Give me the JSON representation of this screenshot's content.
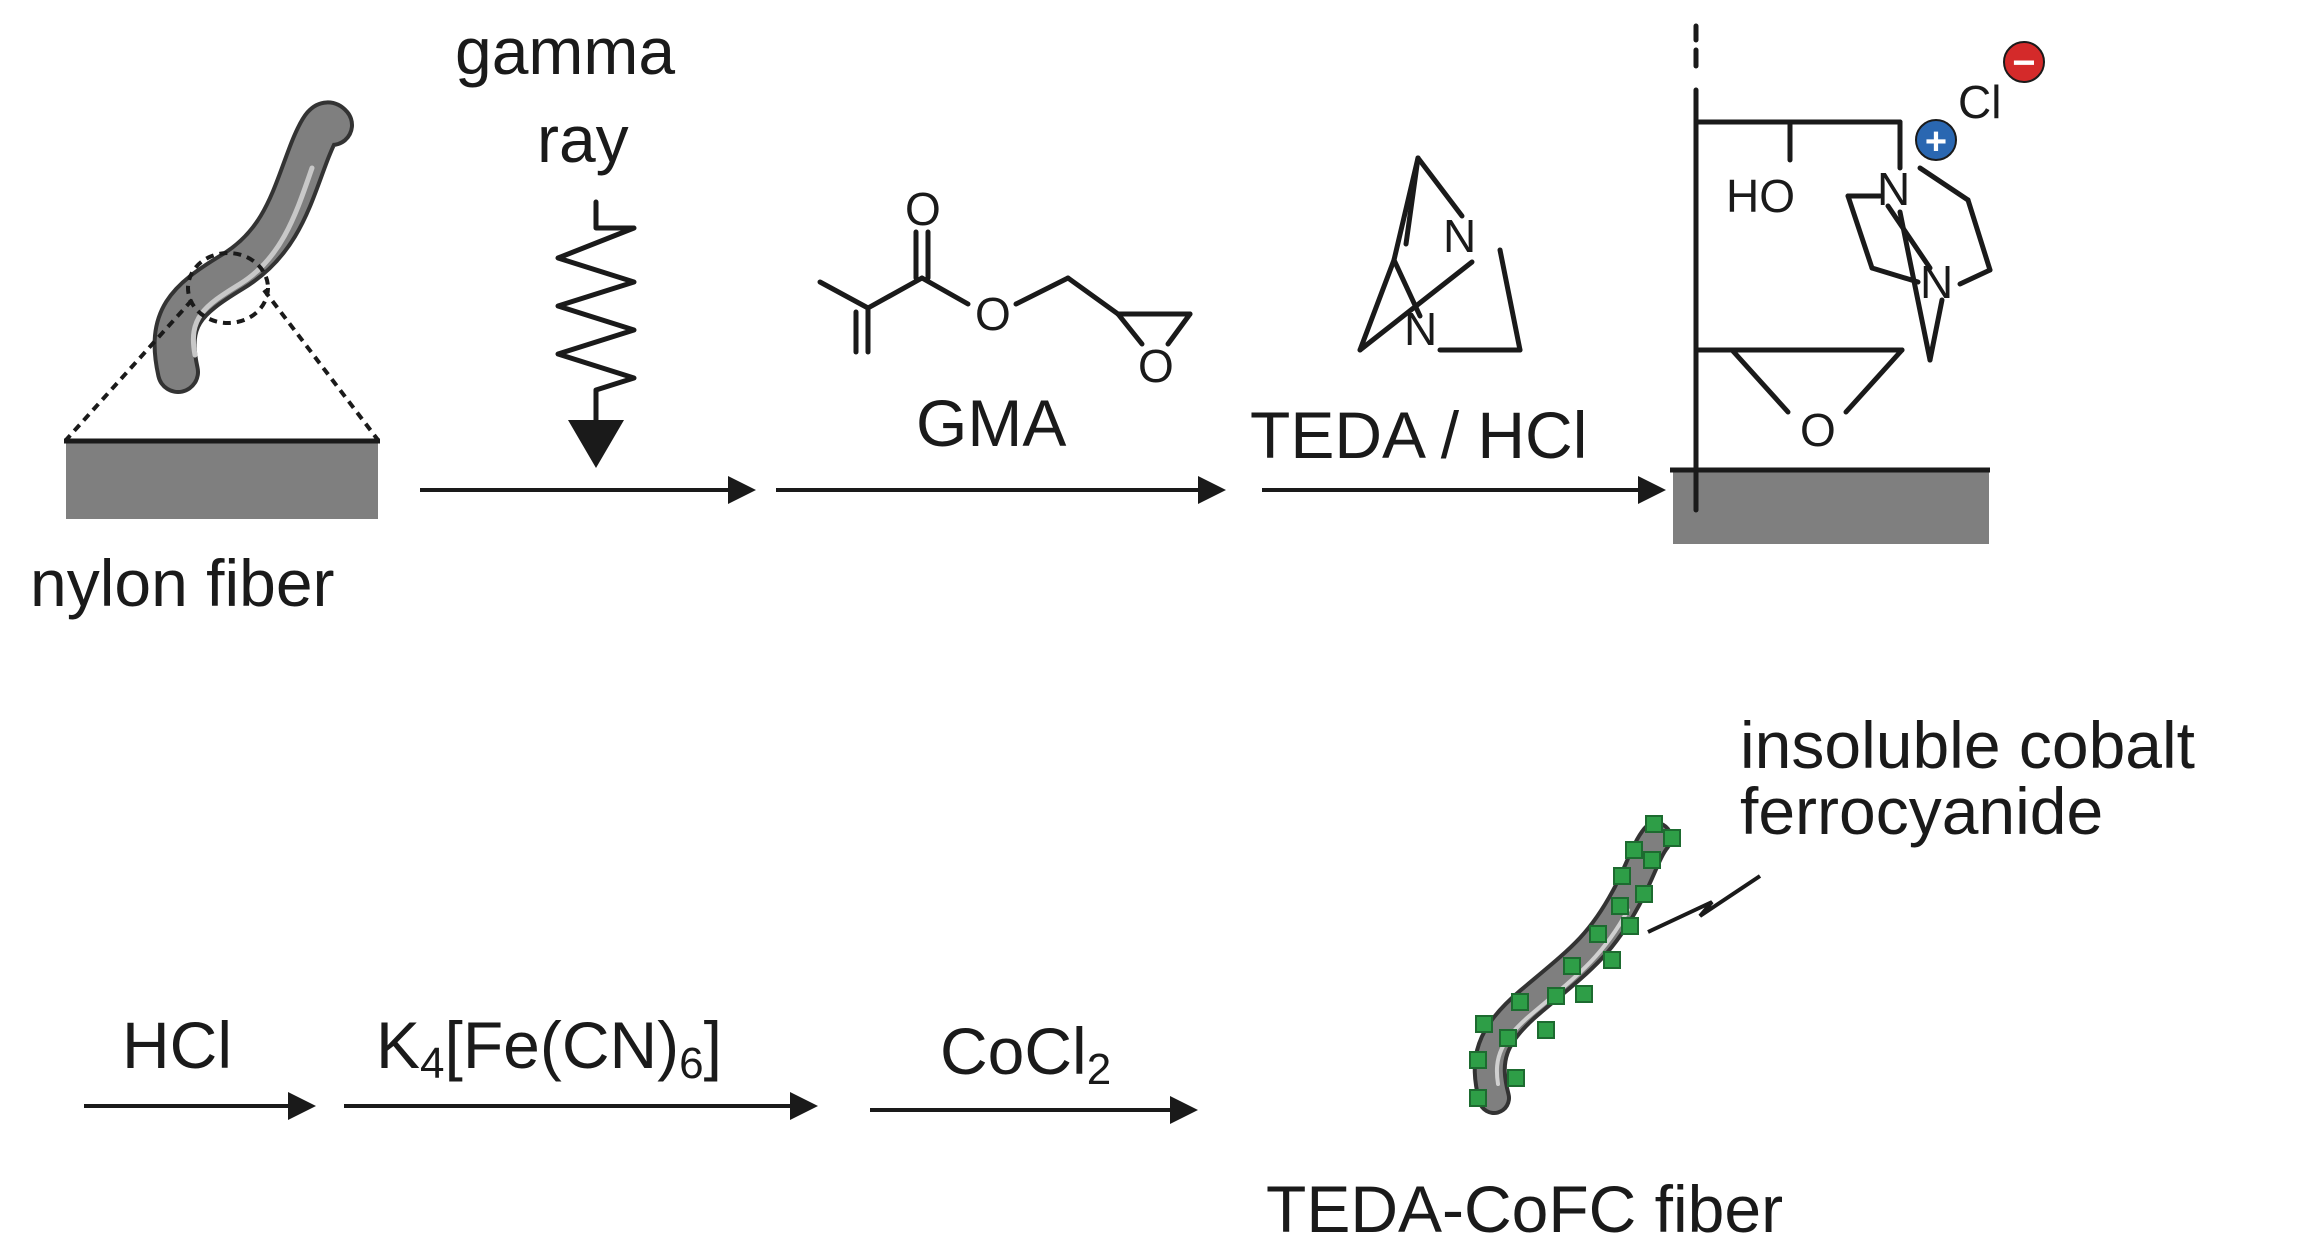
{
  "labels": {
    "nylon_fiber": "nylon fiber",
    "gamma_line1": "gamma",
    "gamma_line2": "ray",
    "gma": "GMA",
    "teda_hcl": "TEDA / HCl",
    "hcl": "HCl",
    "k4_prefix": "K",
    "k4_sub": "4",
    "k4_mid": "[Fe(CN)",
    "k4_sub2": "6",
    "k4_suffix": "]",
    "cocl_main": "CoCl",
    "cocl_sub": "2",
    "cofc_line1": "insoluble cobalt",
    "cofc_line2": "ferrocyanide",
    "teda_cofc_fiber": "TEDA-CoFC fiber"
  },
  "atoms": {
    "oxygen": "O",
    "nitrogen": "N",
    "hydroxyl": "HO",
    "chloride": "Cl"
  },
  "charges": {
    "plus": "+",
    "minus": "−"
  },
  "colors": {
    "fiber_gray": "#7f7f7f",
    "substrate_gray": "#7f7f7f",
    "cofc_green": "#2e9e47",
    "cation_blue": "#2a67b1",
    "anion_red": "#d42a2a",
    "ink": "#1a1a1a"
  }
}
